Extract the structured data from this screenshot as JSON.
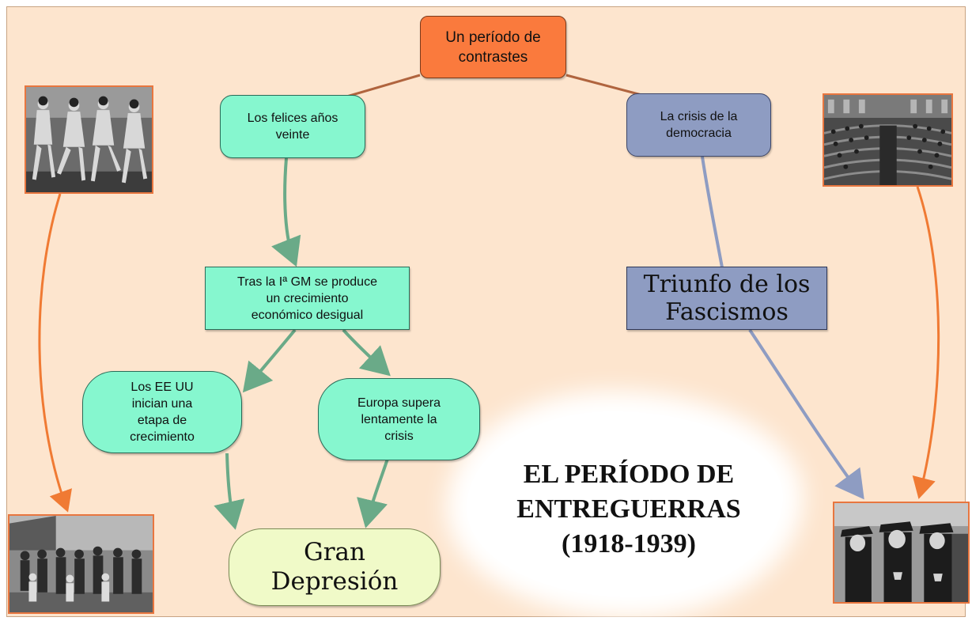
{
  "diagram": {
    "root": {
      "text": [
        "Un período de",
        "contrastes"
      ]
    },
    "branch_left": {
      "text": [
        "Los felices años",
        "veinte"
      ]
    },
    "branch_right": {
      "text": [
        "La crisis de la",
        "democracia"
      ]
    },
    "growth": {
      "text": [
        "Tras la Iª GM se produce",
        "un crecimiento",
        "económico desigual"
      ]
    },
    "usa": {
      "text": [
        "Los EE UU",
        "inician una",
        "etapa de",
        "crecimiento"
      ]
    },
    "europe": {
      "text": [
        "Europa supera",
        "lentamente la",
        "crisis"
      ]
    },
    "depression": {
      "text": [
        "Gran",
        "Depresión"
      ]
    },
    "fascism": {
      "text": [
        "Triunfo de los",
        "Fascismos"
      ]
    },
    "title": {
      "text": [
        "EL PERÍODO DE",
        "ENTREGUERRAS",
        "(1918-1939)"
      ]
    }
  },
  "colors": {
    "background": "#fde5ce",
    "root_fill": "#fa7a3d",
    "green_fill": "#86f7cf",
    "blue_fill": "#8e9cc2",
    "depression_fill": "#f0fac8",
    "link_brown": "#b0643e",
    "link_green": "#6aaa88",
    "link_blue": "#8e9cc2",
    "link_orange": "#f07a33"
  },
  "icons": [
    "photo-flappers",
    "photo-parliament",
    "photo-depression-crowd",
    "photo-dictators"
  ]
}
